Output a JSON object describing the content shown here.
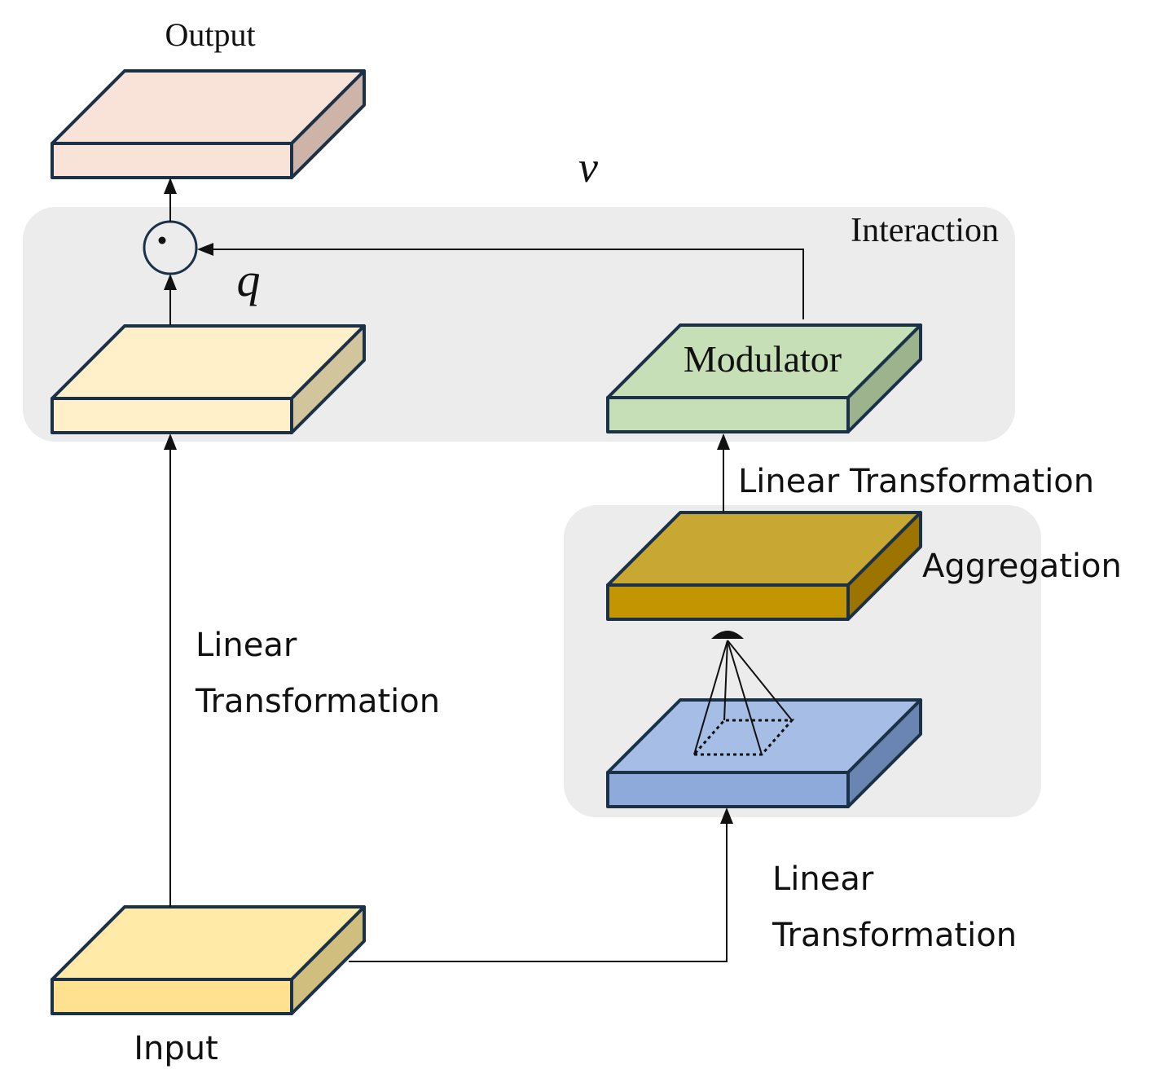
{
  "labels": {
    "output": "Output",
    "input": "Input",
    "v": "v",
    "q": "q",
    "interaction": "Interaction",
    "modulator": "Modulator",
    "aggregation": "Aggregation",
    "linear_transformation_top": "Linear Transformation",
    "left_lt_line1": "Linear",
    "left_lt_line2": "Transformation",
    "bottom_lt_line1": "Linear",
    "bottom_lt_line2": "Transformation"
  },
  "operator": {
    "symbol": "·",
    "meaning": "element-wise multiplication"
  },
  "colors": {
    "output_block": "#f9e3d8",
    "query_block": "#fff0c9",
    "input_block": "#ffe49a",
    "modulator_block": "#c7dfb6",
    "aggregation_block": "#c39500",
    "context_block": "#8eaadb",
    "group_background": "#ececec",
    "edge": "#1b3148"
  }
}
